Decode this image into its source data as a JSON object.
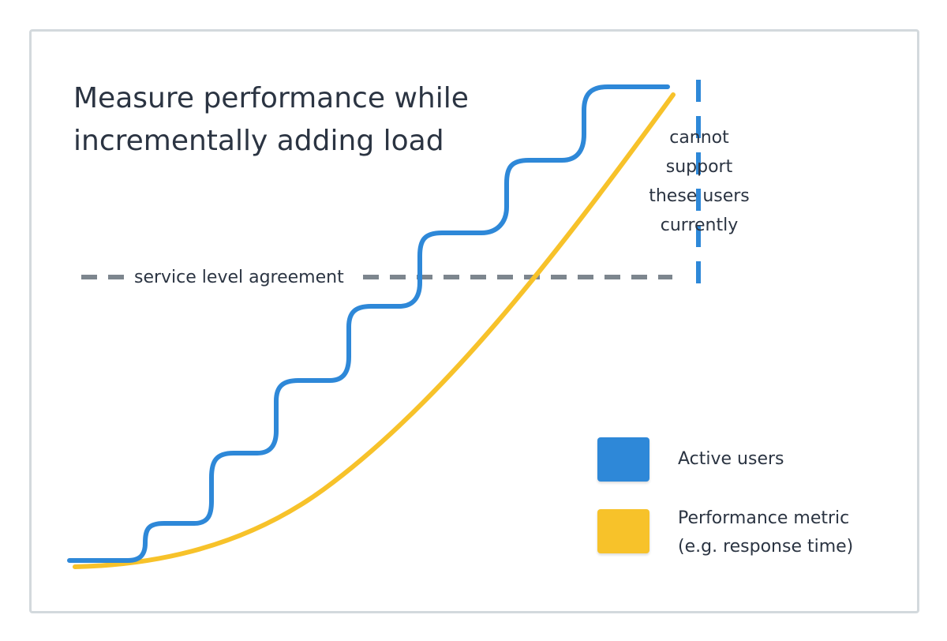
{
  "title": {
    "line1": "Measure performance while",
    "line2": "incrementally adding load"
  },
  "sla": {
    "label": "service level agreement",
    "color": "#7d868e"
  },
  "capacity_note": {
    "lines": [
      "cannot",
      "support",
      "these users",
      "currently"
    ],
    "marker_color": "#2e88d8"
  },
  "legend": {
    "active_users": {
      "label": "Active users",
      "color": "#2e88d8"
    },
    "performance": {
      "line1": "Performance metric",
      "line2": "(e.g. response time)",
      "color": "#f7c22a"
    }
  },
  "series": {
    "active_users": {
      "color": "#2e88d8"
    },
    "performance": {
      "color": "#f7c22a"
    }
  }
}
